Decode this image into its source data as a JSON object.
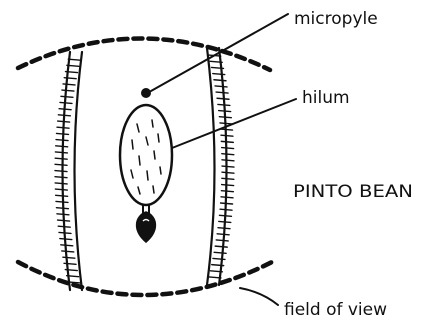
{
  "labels": {
    "micropyle": "micropyle",
    "hilum": "hilum",
    "title": "PINTO BEAN",
    "field_of_view": "field of view"
  }
}
